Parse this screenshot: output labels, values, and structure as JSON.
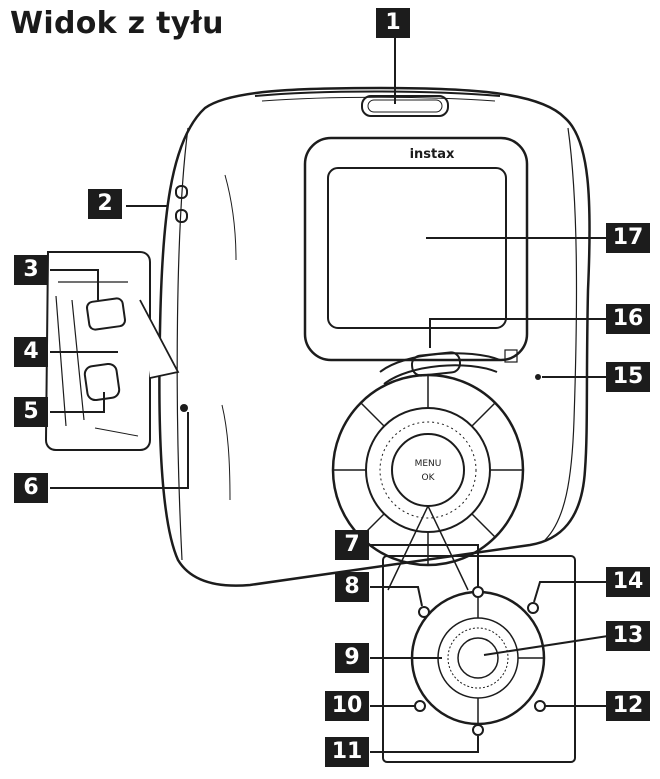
{
  "title": "Widok z tyłu",
  "brand": "instax",
  "callouts": [
    "1",
    "2",
    "3",
    "4",
    "5",
    "6",
    "7",
    "8",
    "9",
    "10",
    "11",
    "12",
    "13",
    "14",
    "15",
    "16",
    "17"
  ],
  "center_button": {
    "line1": "MENU",
    "line2": "OK"
  },
  "top_switch_label": "",
  "colors": {
    "ink": "#1c1c1c",
    "badge_bg": "#1c1c1c",
    "badge_text": "#ffffff",
    "background": "#ffffff"
  }
}
